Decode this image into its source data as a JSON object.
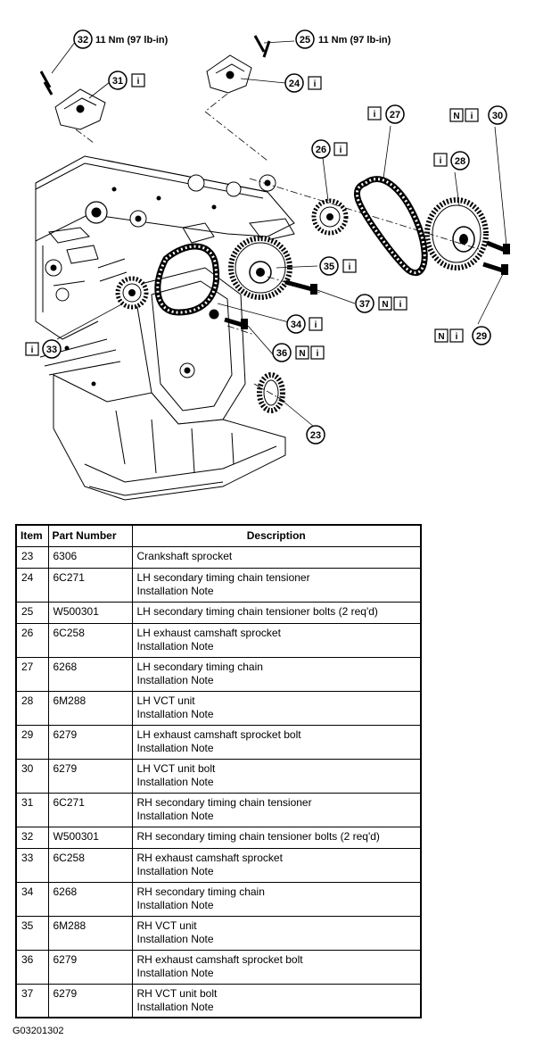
{
  "callouts": [
    {
      "id": "c23",
      "num": "23",
      "n": false,
      "i": false
    },
    {
      "id": "c24",
      "num": "24",
      "n": false,
      "i": true
    },
    {
      "id": "c25",
      "num": "25",
      "n": false,
      "i": false
    },
    {
      "id": "c26",
      "num": "26",
      "n": false,
      "i": true
    },
    {
      "id": "c27",
      "num": "27",
      "n": false,
      "i": true
    },
    {
      "id": "c28",
      "num": "28",
      "n": false,
      "i": true
    },
    {
      "id": "c29",
      "num": "29",
      "n": true,
      "i": true
    },
    {
      "id": "c30",
      "num": "30",
      "n": true,
      "i": true
    },
    {
      "id": "c31",
      "num": "31",
      "n": false,
      "i": true
    },
    {
      "id": "c32",
      "num": "32",
      "n": false,
      "i": false
    },
    {
      "id": "c33",
      "num": "33",
      "n": false,
      "i": true
    },
    {
      "id": "c34",
      "num": "34",
      "n": false,
      "i": true
    },
    {
      "id": "c35",
      "num": "35",
      "n": false,
      "i": true
    },
    {
      "id": "c36",
      "num": "36",
      "n": true,
      "i": true
    },
    {
      "id": "c37",
      "num": "37",
      "n": true,
      "i": true
    }
  ],
  "torque": {
    "c32": "11 Nm (97 lb-in)",
    "c25": "11 Nm (97 lb-in)"
  },
  "glyphs": {
    "new": "N",
    "info": "i"
  },
  "table": {
    "headers": {
      "item": "Item",
      "part": "Part Number",
      "desc": "Description"
    },
    "rows": [
      {
        "item": "23",
        "part": "6306",
        "desc": [
          "Crankshaft sprocket"
        ]
      },
      {
        "item": "24",
        "part": "6C271",
        "desc": [
          "LH secondary timing chain tensioner",
          "Installation Note"
        ]
      },
      {
        "item": "25",
        "part": "W500301",
        "desc": [
          "LH secondary timing chain tensioner bolts (2 req'd)"
        ]
      },
      {
        "item": "26",
        "part": "6C258",
        "desc": [
          "LH exhaust camshaft sprocket",
          "Installation Note"
        ]
      },
      {
        "item": "27",
        "part": "6268",
        "desc": [
          "LH secondary timing chain",
          "Installation Note"
        ]
      },
      {
        "item": "28",
        "part": "6M288",
        "desc": [
          "LH VCT unit",
          "Installation Note"
        ]
      },
      {
        "item": "29",
        "part": "6279",
        "desc": [
          "LH exhaust camshaft sprocket bolt",
          "Installation Note"
        ]
      },
      {
        "item": "30",
        "part": "6279",
        "desc": [
          "LH VCT unit bolt",
          "Installation Note"
        ]
      },
      {
        "item": "31",
        "part": "6C271",
        "desc": [
          "RH secondary timing chain tensioner",
          "Installation Note"
        ]
      },
      {
        "item": "32",
        "part": "W500301",
        "desc": [
          "RH secondary timing chain tensioner bolts (2 req'd)"
        ]
      },
      {
        "item": "33",
        "part": "6C258",
        "desc": [
          "RH exhaust camshaft sprocket",
          "Installation Note"
        ]
      },
      {
        "item": "34",
        "part": "6268",
        "desc": [
          "RH secondary timing chain",
          "Installation Note"
        ]
      },
      {
        "item": "35",
        "part": "6M288",
        "desc": [
          "RH VCT unit",
          "Installation Note"
        ]
      },
      {
        "item": "36",
        "part": "6279",
        "desc": [
          "RH exhaust camshaft sprocket bolt",
          "Installation Note"
        ]
      },
      {
        "item": "37",
        "part": "6279",
        "desc": [
          "RH VCT unit bolt",
          "Installation Note"
        ]
      }
    ]
  },
  "figure_code": "G03201302"
}
